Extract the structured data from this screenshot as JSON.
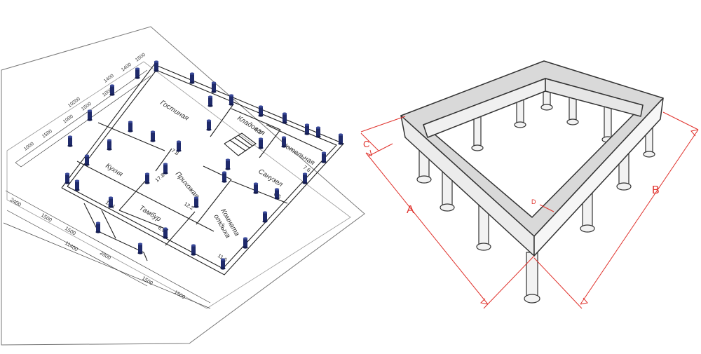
{
  "plan": {
    "rooms": [
      {
        "id": "gostinaya",
        "name": "Гостиная"
      },
      {
        "id": "kladovaya",
        "name": "Кладовая",
        "area": "4.2"
      },
      {
        "id": "kotelnaya",
        "name": "Котельная",
        "area": "7.6"
      },
      {
        "id": "sanuzel",
        "name": "Санузел",
        "area": "6.5"
      },
      {
        "id": "kukhnya",
        "name": "Кухня",
        "area": "17.8"
      },
      {
        "id": "prikhozhaya",
        "name": "Прихожая",
        "area": "7.8"
      },
      {
        "id": "tambur",
        "name": "Тамбур",
        "area": "6.9"
      },
      {
        "id": "komnata",
        "name": "Комната отдыха",
        "line1": "Комната",
        "line2": "отдыха",
        "area": "11.6"
      },
      {
        "id": "extra1",
        "area": "12.2"
      },
      {
        "id": "extra2",
        "area": "12.1"
      }
    ],
    "dims_left": [
      "1000",
      "1500",
      "1000",
      "1500",
      "1000",
      "10200"
    ],
    "dims_bottom": [
      "2400",
      "1500",
      "1500",
      "11400",
      "2800",
      "1500",
      "1500"
    ],
    "dims_top": [
      "1400",
      "1400",
      "1500"
    ]
  },
  "schematic": {
    "labels": {
      "a": "A",
      "b": "B",
      "c": "C",
      "d": "D"
    },
    "accent_color": "#e0322c",
    "slab_color": "#d9d9d9"
  },
  "colors": {
    "pile": "#1f2a6b",
    "line": "#222222"
  }
}
